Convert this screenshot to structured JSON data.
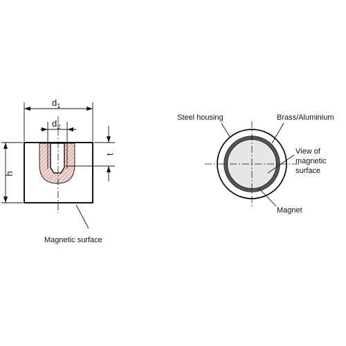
{
  "side_view": {
    "dim_d1": {
      "symbol": "d",
      "subscript": "1"
    },
    "dim_d2": {
      "symbol": "d",
      "subscript": "2"
    },
    "dim_h": "h",
    "dim_t": "t",
    "magnetic_surface_label": "Magnetic surface"
  },
  "top_view": {
    "steel_housing_label": "Steel housing",
    "brass_aluminium_label": "Brass/Aluminium",
    "view_label_lines": [
      "View of",
      "magnetic",
      "surface"
    ],
    "magnet_label": "Magnet"
  },
  "colors": {
    "line": "#111111",
    "hatch_fill": "#f2d6cf",
    "magnet_face": "#e6e6e6",
    "magnet_ring": "#555555"
  }
}
